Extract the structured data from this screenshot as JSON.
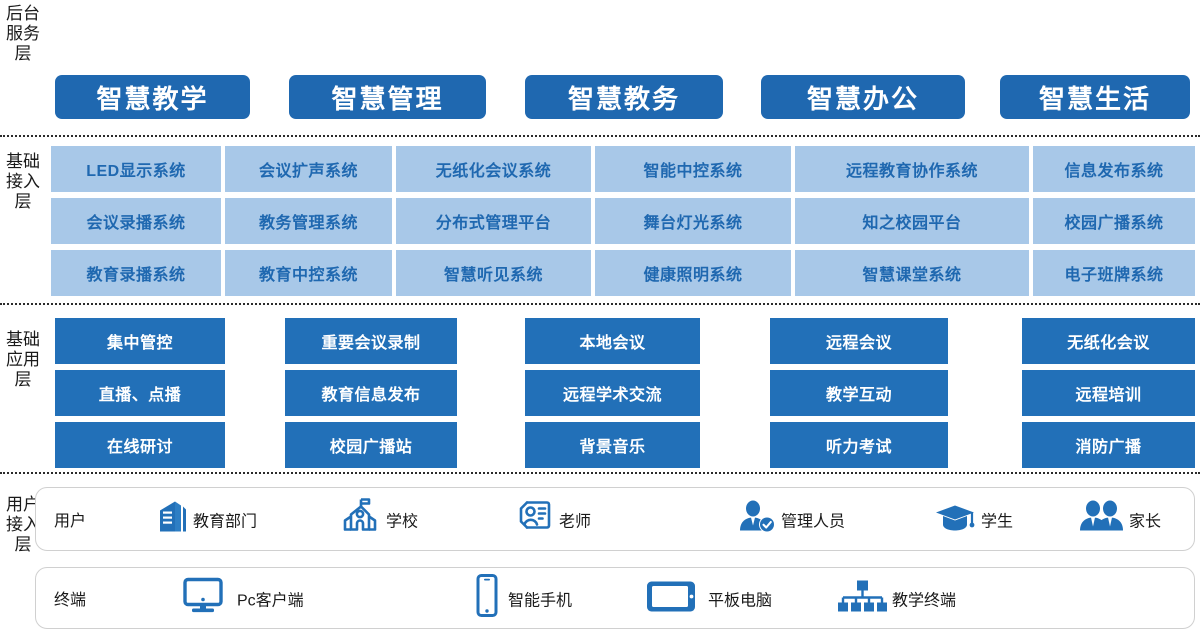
{
  "layers": [
    {
      "id": "backend-service",
      "label": "后台服务层"
    },
    {
      "id": "basic-access",
      "label": "基础接入层"
    },
    {
      "id": "basic-application",
      "label": "基础应用层"
    },
    {
      "id": "user-access",
      "label": "用户接入层"
    }
  ],
  "colors": {
    "header_blue": "#1f68b0",
    "light_blue": "#a8c8e8",
    "dark_blue": "#2270b8",
    "light_blue_text": "#1f68b0",
    "icon_blue": "#2270b8",
    "divider": "#2b2b2b"
  },
  "headers": [
    {
      "label": "智慧教学"
    },
    {
      "label": "智慧管理"
    },
    {
      "label": "智慧教务"
    },
    {
      "label": "智慧办公"
    },
    {
      "label": "智慧生活"
    }
  ],
  "access_layer": {
    "columns": [
      {
        "items": [
          "LED显示系统",
          "会议录播系统",
          "教育录播系统"
        ]
      },
      {
        "items": [
          "会议扩声系统",
          "教务管理系统",
          "教育中控系统"
        ]
      },
      {
        "items": [
          "无纸化会议系统",
          "分布式管理平台",
          "智慧听见系统"
        ]
      },
      {
        "items": [
          "智能中控系统",
          "舞台灯光系统",
          "健康照明系统"
        ]
      },
      {
        "items": [
          "远程教育协作系统",
          "知之校园平台",
          "智慧课堂系统"
        ]
      },
      {
        "items": [
          "信息发布系统",
          "校园广播系统",
          "电子班牌系统"
        ]
      }
    ]
  },
  "application_layer": {
    "columns": [
      {
        "items": [
          "集中管控",
          "直播、点播",
          "在线研讨"
        ]
      },
      {
        "items": [
          "重要会议录制",
          "教育信息发布",
          "校园广播站"
        ]
      },
      {
        "items": [
          "本地会议",
          "远程学术交流",
          "背景音乐"
        ]
      },
      {
        "items": [
          "远程会议",
          "教学互动",
          "听力考试"
        ]
      },
      {
        "items": [
          "无纸化会议",
          "远程培训",
          "消防广播"
        ]
      }
    ]
  },
  "user_bar": {
    "title": "用户",
    "items": [
      {
        "label": "教育部门",
        "icon": "building-icon"
      },
      {
        "label": "学校",
        "icon": "school-icon"
      },
      {
        "label": "老师",
        "icon": "teacher-badge-icon"
      },
      {
        "label": "管理人员",
        "icon": "admin-user-check-icon"
      },
      {
        "label": "学生",
        "icon": "graduation-cap-icon"
      },
      {
        "label": "家长",
        "icon": "parents-icon"
      }
    ]
  },
  "terminal_bar": {
    "title": "终端",
    "items": [
      {
        "label": "Pc客户端",
        "icon": "desktop-monitor-icon"
      },
      {
        "label": "智能手机",
        "icon": "smartphone-icon"
      },
      {
        "label": "平板电脑",
        "icon": "tablet-icon"
      },
      {
        "label": "教学终端",
        "icon": "network-tree-icon"
      }
    ]
  }
}
